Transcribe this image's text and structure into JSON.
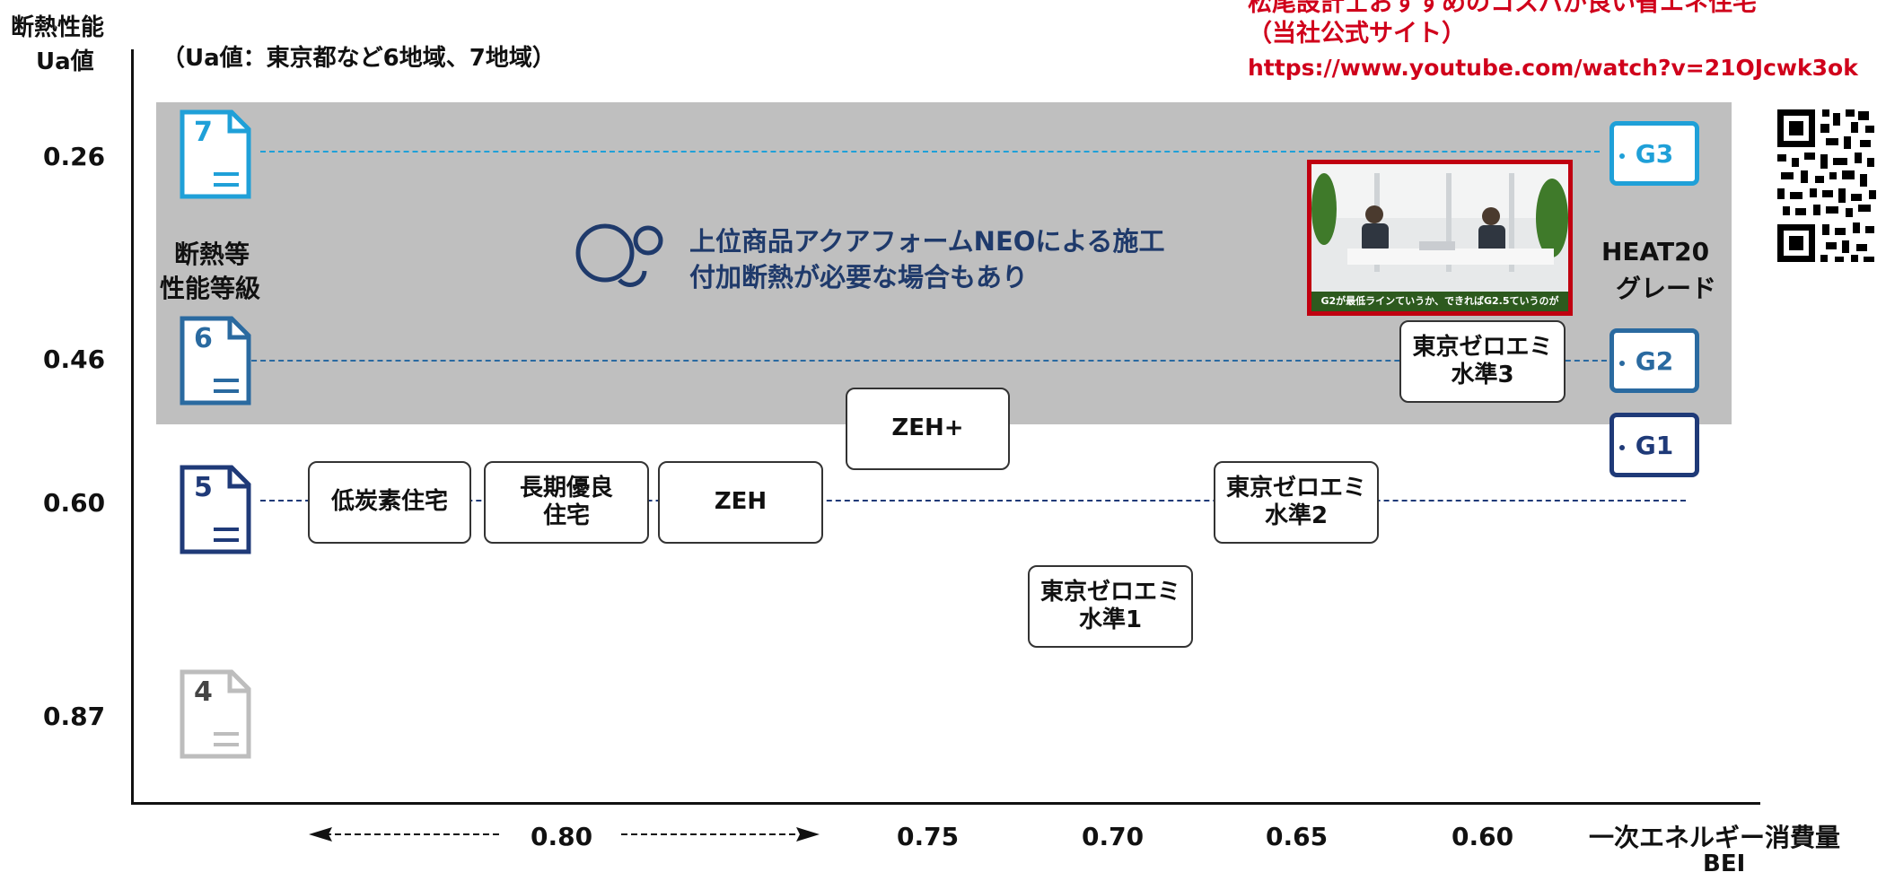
{
  "yaxis": {
    "title_line1": "断熱性能",
    "title_line2": "Ua値",
    "subtitle": "（Ua値：東京都など6地域、7地域）",
    "ticks": [
      "0.26",
      "0.46",
      "0.60",
      "0.87"
    ]
  },
  "xaxis": {
    "ticks": [
      "0.80",
      "0.75",
      "0.70",
      "0.65",
      "0.60"
    ],
    "title_line1": "一次エネルギー消費量",
    "title_line2": "BEI"
  },
  "left_group_label": {
    "line1": "断熱等",
    "line2": "性能等級"
  },
  "grades": [
    "7",
    "6",
    "5",
    "4"
  ],
  "heat20": {
    "label_line1": "HEAT20",
    "label_line2": "グレード",
    "badges": [
      "G3",
      "G2",
      "G1"
    ]
  },
  "band_note": {
    "line1": "上位商品アクアフォームNEOによる施工",
    "line2": "付加断熱が必要な場合もあり"
  },
  "boxes": {
    "teitanso": "低炭素住宅",
    "chouki": "長期優良\n住宅",
    "zeh": "ZEH",
    "zeh_plus": "ZEH+",
    "tokyo1": "東京ゼロエミ\n水準1",
    "tokyo2": "東京ゼロエミ\n水準2",
    "tokyo3": "東京ゼロエミ\n水準3"
  },
  "promo": {
    "line1": "松尾設計士おすすめのコスパが良い省エネ住宅",
    "line2": "（当社公式サイト）",
    "url": "https://www.youtube.com/watch?v=21OJcwk3ok"
  },
  "video": {
    "caption": "G2が最低ラインていうか、できればG2.5ていうのが"
  },
  "colors": {
    "grade7": "#1fa0d8",
    "grade6": "#2a6aa0",
    "grade5": "#1f3a78",
    "grade4": "#bdbdbd",
    "g3": "#1fa0d8",
    "g2": "#2a6aa0",
    "g1": "#1f3a78",
    "band": "#bfbfbf",
    "promo_red": "#d0001b",
    "note_navy": "#1f3a6b"
  }
}
